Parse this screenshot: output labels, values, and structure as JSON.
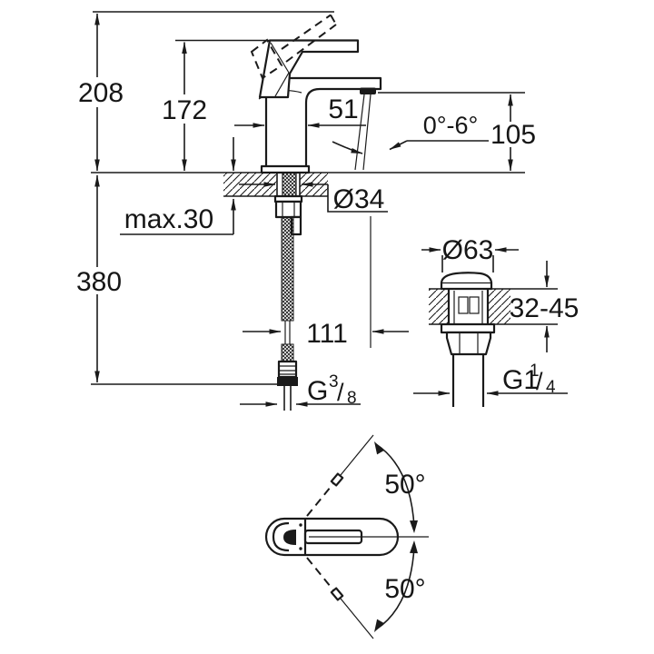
{
  "drawing": {
    "side_view": {
      "total_height": "208",
      "lever_height": "172",
      "body_depth": "51",
      "stream_angle": "0°-6°",
      "spout_height": "105",
      "max_deck_thickness": "max.30",
      "shank_diameter": "Ø34",
      "hose_length": "380",
      "spout_reach": "111",
      "supply_thread": {
        "prefix": "G",
        "numerator": "3",
        "slash": "/",
        "denominator": "8"
      }
    },
    "waste_view": {
      "cap_diameter": "Ø63",
      "deck_thickness_range": "32-45",
      "waste_thread": {
        "prefix": "G1",
        "numerator": "1",
        "slash": "/",
        "denominator": "4"
      }
    },
    "top_view": {
      "swivel_upper": "50°",
      "swivel_lower": "50°"
    }
  },
  "colors": {
    "line": "#1a1a1a",
    "background": "#ffffff"
  }
}
